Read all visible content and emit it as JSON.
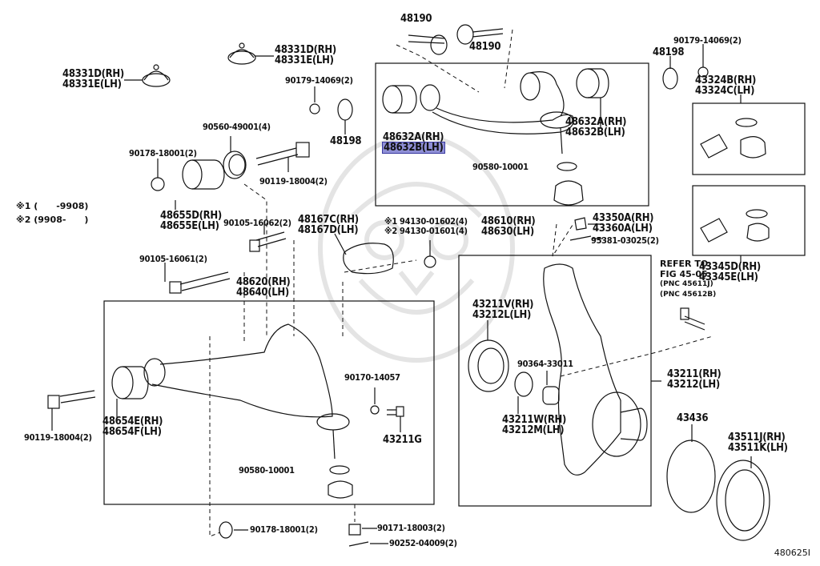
{
  "diagram": {
    "figure_id": "480625I",
    "highlighted_part": "48632B(LH)",
    "highlight_color": "#8f8fd6",
    "footnotes": [
      {
        "mark": "※1",
        "range": "(      -9908)"
      },
      {
        "mark": "※2",
        "range": "(9908-      )"
      }
    ],
    "refer": {
      "line1": "REFER TO",
      "line2": "FIG 45-05",
      "pnc1": "(PNC 45611J)",
      "pnc2": "(PNC 45612B)"
    },
    "labels": {
      "l48331_a": [
        "48331D(RH)",
        "48331E(LH)"
      ],
      "l48331_b": [
        "48331D(RH)",
        "48331E(LH)"
      ],
      "l90179_a": "90179-14069(2)",
      "l48198_a": "48198",
      "l90560": "90560-49001(4)",
      "l90178_top": "90178-18001(2)",
      "l90119_top": "90119-18004(2)",
      "l48655": [
        "48655D(RH)",
        "48655E(LH)"
      ],
      "l90105_62": "90105-16062(2)",
      "l90105_61": "90105-16061(2)",
      "l48620": [
        "48620(RH)",
        "48640(LH)"
      ],
      "l48167": [
        "48167C(RH)",
        "48167D(LH)"
      ],
      "l94130": [
        "※1 94130-01602(4)",
        "※2 94130-01601(4)"
      ],
      "l48190_a": "48190",
      "l48190_b": "48190",
      "l48632_left": [
        "48632A(RH)",
        "48632B(LH)"
      ],
      "l48632_right": [
        "48632A(RH)",
        "48632B(LH)"
      ],
      "l90580_top": "90580-10001",
      "l48610": [
        "48610(RH)",
        "48630(LH)"
      ],
      "l48198_b": "48198",
      "l90179_b": "90179-14069(2)",
      "l43324": [
        "43324B(RH)",
        "43324C(LH)"
      ],
      "l43350": [
        "43350A(RH)",
        "43360A(LH)"
      ],
      "l95381": "95381-03025(2)",
      "l43345": [
        "43345D(RH)",
        "43345E(LH)"
      ],
      "l43211v": [
        "43211V(RH)",
        "43212L(LH)"
      ],
      "l90364": "90364-33011",
      "l43211w": [
        "43211W(RH)",
        "43212M(LH)"
      ],
      "l43211": [
        "43211(RH)",
        "43212(LH)"
      ],
      "l43436": "43436",
      "l43511": [
        "43511J(RH)",
        "43511K(LH)"
      ],
      "l90119_bot": "90119-18004(2)",
      "l48654": [
        "48654E(RH)",
        "48654F(LH)"
      ],
      "l90170": "90170-14057",
      "l43211g": "43211G",
      "l90580_bot": "90580-10001",
      "l90178_bot": "90178-18001(2)",
      "l90171": "90171-18003(2)",
      "l90252": "90252-04009(2)"
    }
  }
}
